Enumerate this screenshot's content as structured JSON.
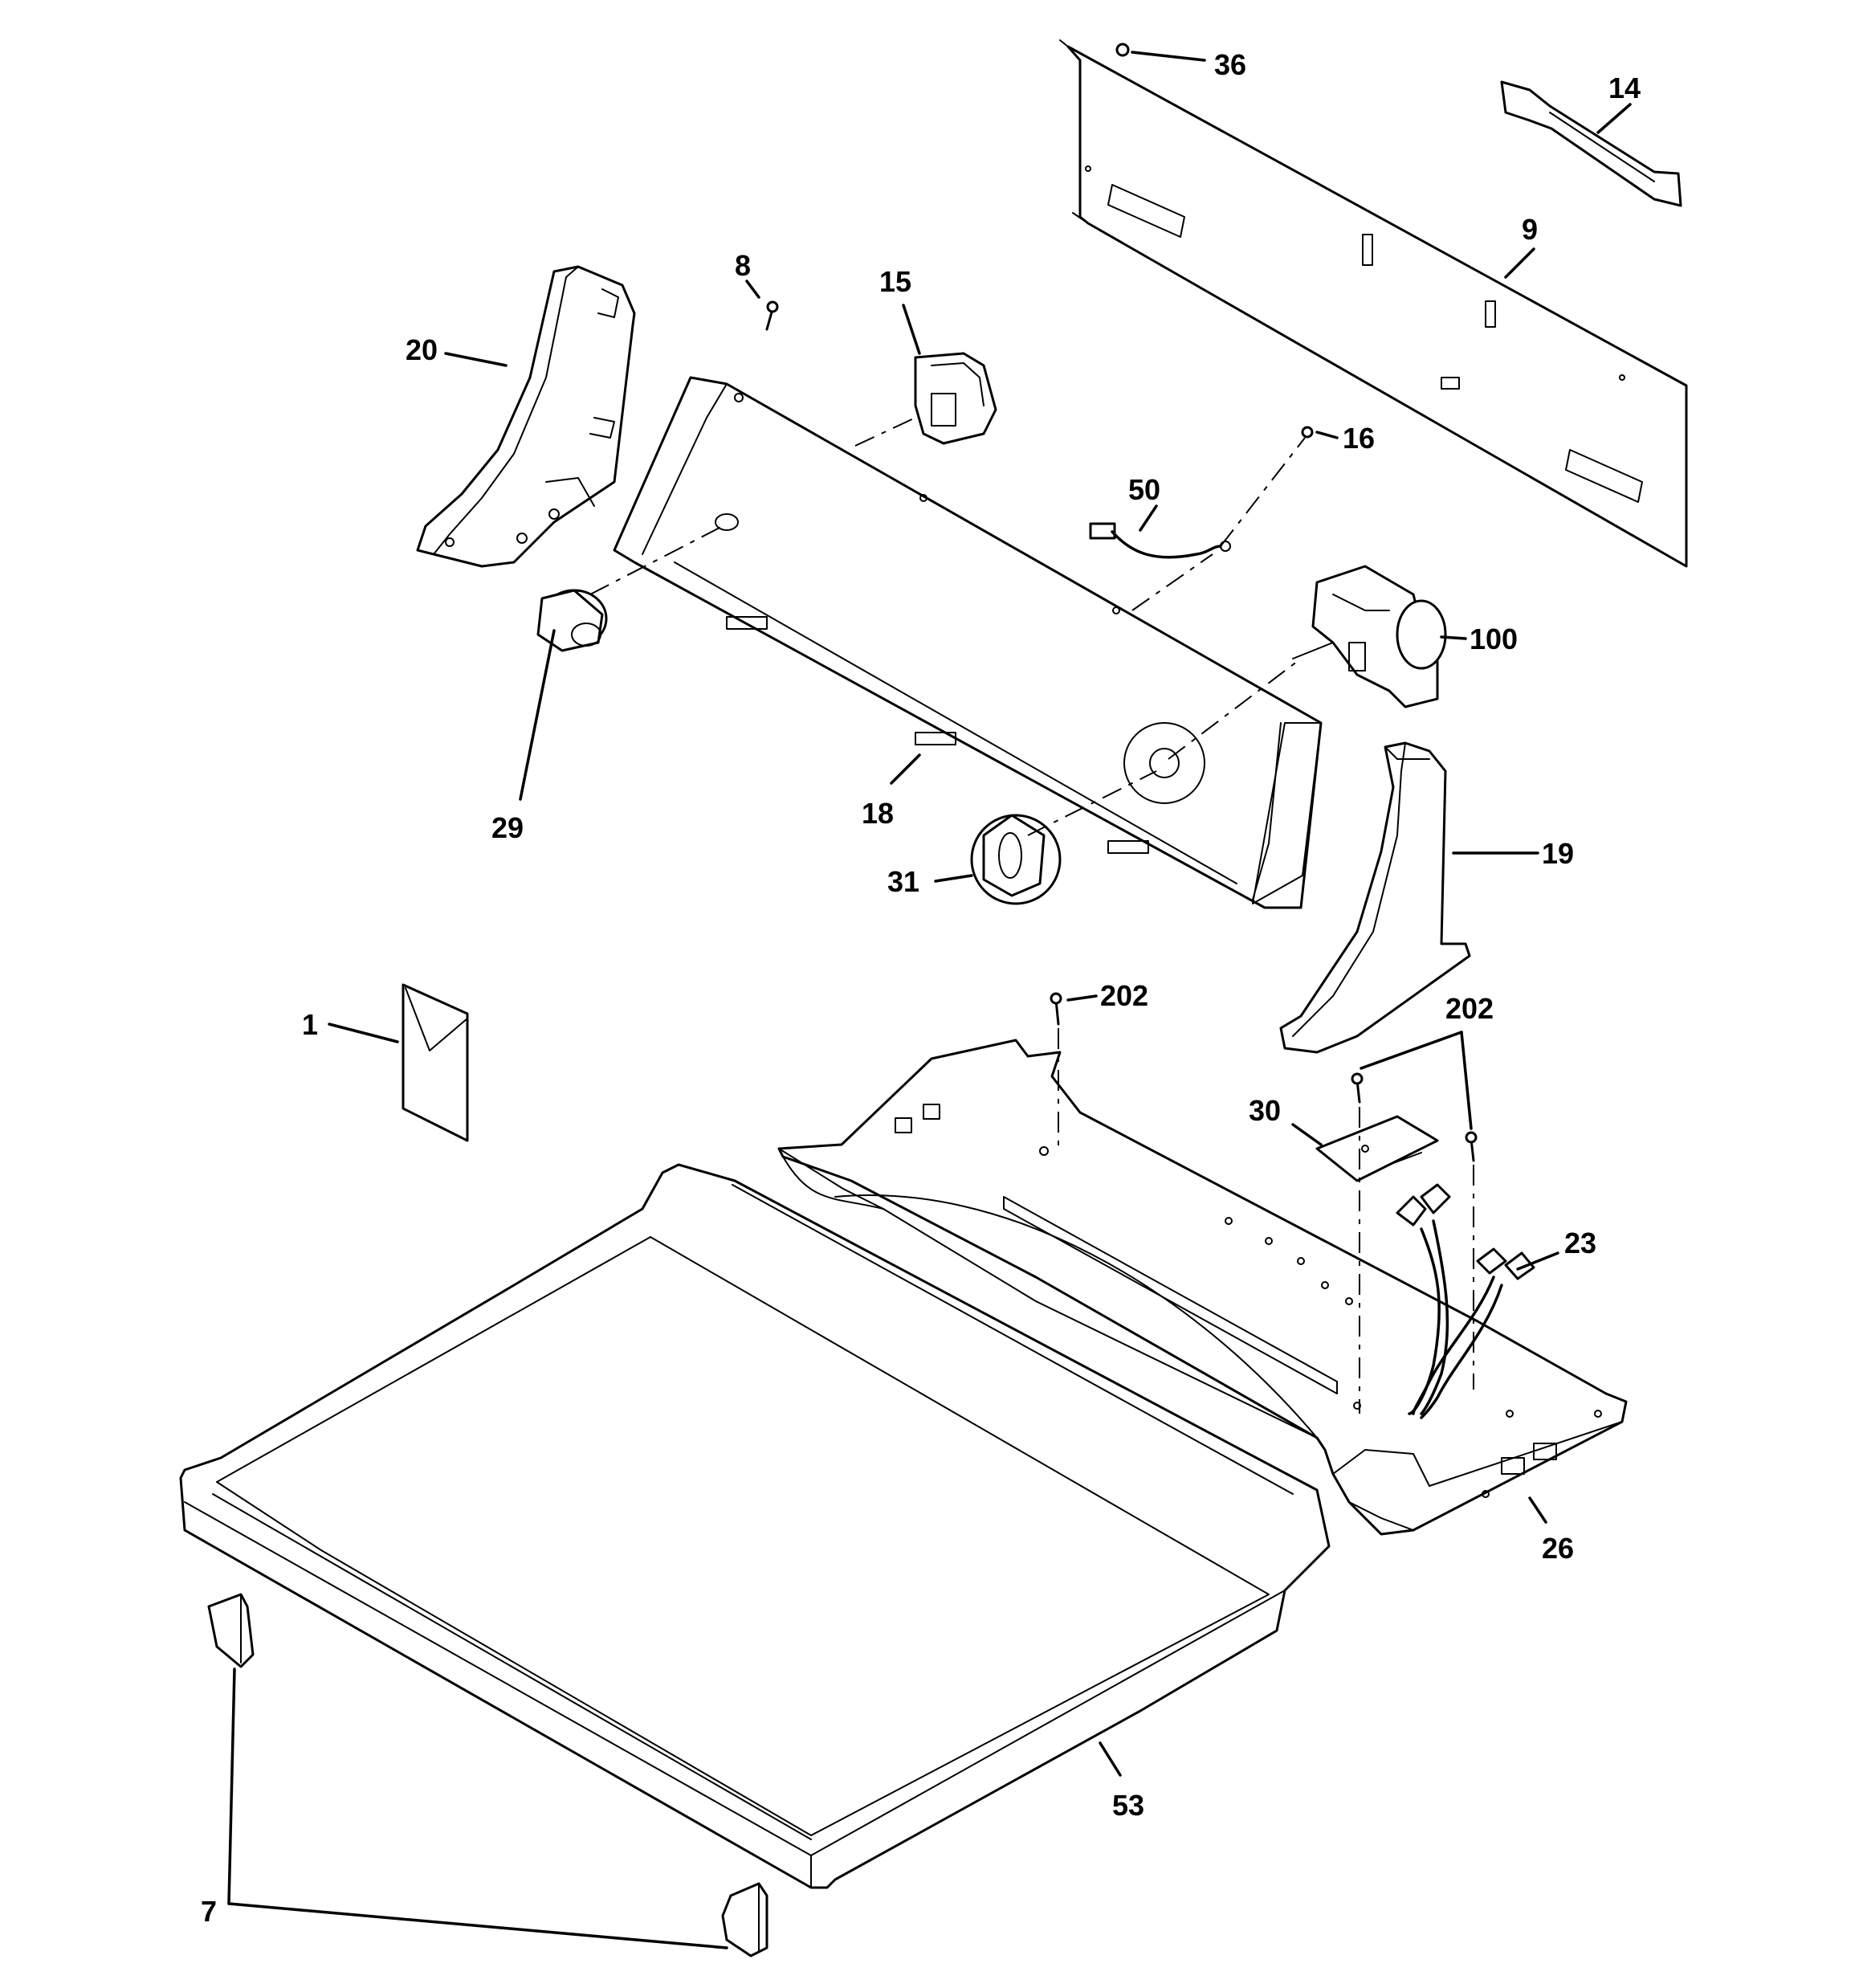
{
  "labels": {
    "part_36": "36",
    "part_14": "14",
    "part_9": "9",
    "part_8": "8",
    "part_15": "15",
    "part_20": "20",
    "part_16": "16",
    "part_50": "50",
    "part_100": "100",
    "part_29": "29",
    "part_18": "18",
    "part_31": "31",
    "part_19": "19",
    "part_1": "1",
    "part_202_left": "202",
    "part_202_right": "202",
    "part_30": "30",
    "part_23": "23",
    "part_26": "26",
    "part_53": "53",
    "part_7": "7"
  }
}
